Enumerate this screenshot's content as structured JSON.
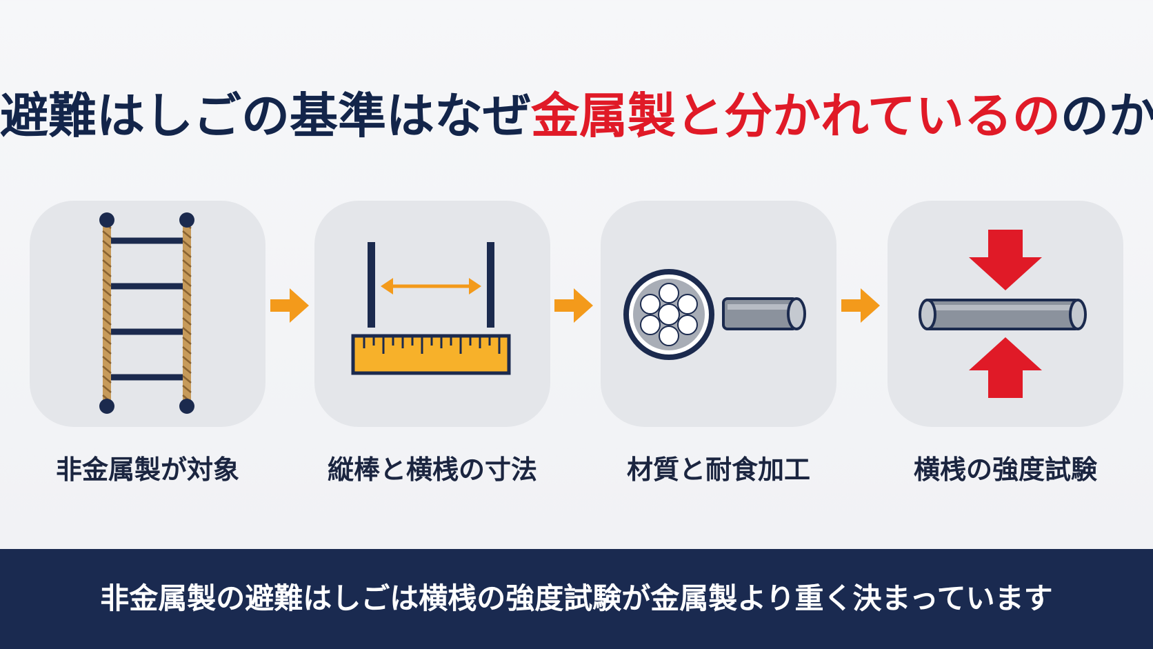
{
  "title": {
    "part1": "避難はしごの基準はなぜ",
    "part2": "金属製と分かれているの",
    "part3": "のか"
  },
  "steps": [
    {
      "label": "非金属製が対象",
      "icon": "rope-ladder-icon"
    },
    {
      "label": "縦棒と横桟の寸法",
      "icon": "ruler-measure-icon"
    },
    {
      "label": "材質と耐食加工",
      "icon": "wire-rope-rod-icon"
    },
    {
      "label": "横桟の強度試験",
      "icon": "compression-test-icon"
    }
  ],
  "banner": {
    "text": "非金属製の避難はしごは横桟の強度試験が金属製より重く決まっています"
  },
  "colors": {
    "navy": "#13254a",
    "accent_red": "#e01a27",
    "arrow_orange": "#f39a1b",
    "card_bg": "#e4e6ea",
    "banner_bg": "#1a2a50",
    "rope_tan": "#c69a5a",
    "ruler_yellow": "#f7b12a"
  }
}
